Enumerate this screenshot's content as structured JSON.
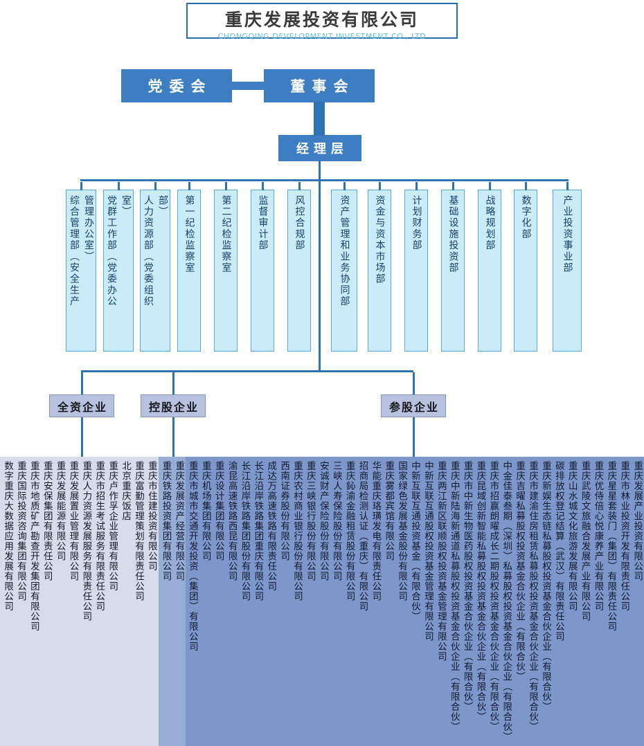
{
  "header": {
    "title": "重庆发展投资有限公司",
    "subtitle": "CHONGQING DEVELOPMENT INVESTMENT CO., LTD"
  },
  "governance": {
    "party_committee": "党委会",
    "board": "董事会",
    "management": "经理层"
  },
  "departments": [
    "综合管理部（安全生产管理办公室）",
    "党群工作部（党委办公室）",
    "人力资源部（党委组织部）",
    "第一纪检监察室",
    "第二纪检监察室",
    "监督审计部",
    "风控合规部",
    "资产管理和业务协同部",
    "资金与资本市场部",
    "计划财务部",
    "基础设施投资部",
    "战略规划部",
    "数字化部",
    "产业投资事业部"
  ],
  "categories": [
    {
      "label": "全资企业",
      "companies": [
        "数字重庆大数据应用发展有限公司",
        "重庆国际投资咨询集团有限公司",
        "重庆市地质矿产勘查开发集团有限公司",
        "重庆安保集团有限责任公司",
        "重庆发展能源有限公司",
        "重庆发展置业管理有限公司",
        "重庆人力资源发展服务有限责任公司",
        "重庆市招生考试服务有限责任公司",
        "重庆卢作孚企业管理有限公司",
        "北京重庆饭店",
        "重庆富勤管理策划有限责任公司",
        "重庆市住建投资有限公司"
      ]
    },
    {
      "label": "控股企业",
      "companies": [
        "重庆铁路投资集团有限公司",
        "重庆发展资产经营有限公司"
      ]
    },
    {
      "label": "参股企业",
      "companies": [
        "重庆市城市交通开发投资（集团）有限公司",
        "重庆机场集团有限公司",
        "重庆设计集团有限公司",
        "渝昆高速铁路西昆有限公司",
        "长江沿岸铁路集团股份有限公司",
        "长江沿岸铁路集团重庆有限公司",
        "成达万高速铁路有限责任公司",
        "西南证券股份有限公司",
        "重庆农村商业银行股份有限公司",
        "重庆三峡银行股份有限公司",
        "安诚财产保险股份有限公司",
        "三峡人寿保险股份有限公司",
        "重庆鈊渝金融租赁股份有限公司",
        "招商局检测认证（重庆）有限公司",
        "华能重庆珞璜发电有限责任公司",
        "重庆雾都宾馆有限公司",
        "国家绿色发展基金股份有限公司",
        "中新互联互通投资基金（有限合伙）",
        "中新互联互通股权投资基金管理有限公司",
        "重庆两江新区联顺股权投资基金管理有限公司",
        "重庆中新陆海新通道私募股权投资基金合伙企业（有限合伙）",
        "重庆市中新生物医药股权投资基金合伙企业（有限合伙）",
        "重庆昆域创新智能私募股权投资基金合伙企业（有限合伙）",
        "重庆市招赢朗曜成长二期股权投资基金合伙企业（有限合伙）",
        "中金佳泰叁期（深圳）私募股权投资基金合伙企业（有限合伙）",
        "重庆吉曜私募股权投资基金合伙企业（有限合伙）",
        "重庆市建渝住房租赁私募股权投资基金合伙企业（有限合伙）",
        "重庆新娱生态链私募股权投资基金合伙企业（有限合伙）",
        "碳排放权登记结算（武汉）有限责任公司",
        "重庆山水城文化旅游发展有限公司",
        "重庆武陵文旅融合发展产业有限公司",
        "重庆优侍倍心悦康养产业有限公司",
        "重庆星星套装门（集团）有限责任公司",
        "重庆市林业投资开发有限责任公司",
        "重庆发展产业投资有限公司"
      ]
    }
  ],
  "colors": {
    "node_blue": "#3d7ec2",
    "line_blue": "#2e74b5",
    "department_fill": "#c9ecf8",
    "department_border": "#5ba8d4",
    "category_label_fill": "#b7c3de",
    "section_wholly": "#d8dce8",
    "section_holding": "#98add6",
    "section_invested": "#7e97cb",
    "title_border": "#2470ae",
    "subtitle_text": "#67c1de"
  }
}
